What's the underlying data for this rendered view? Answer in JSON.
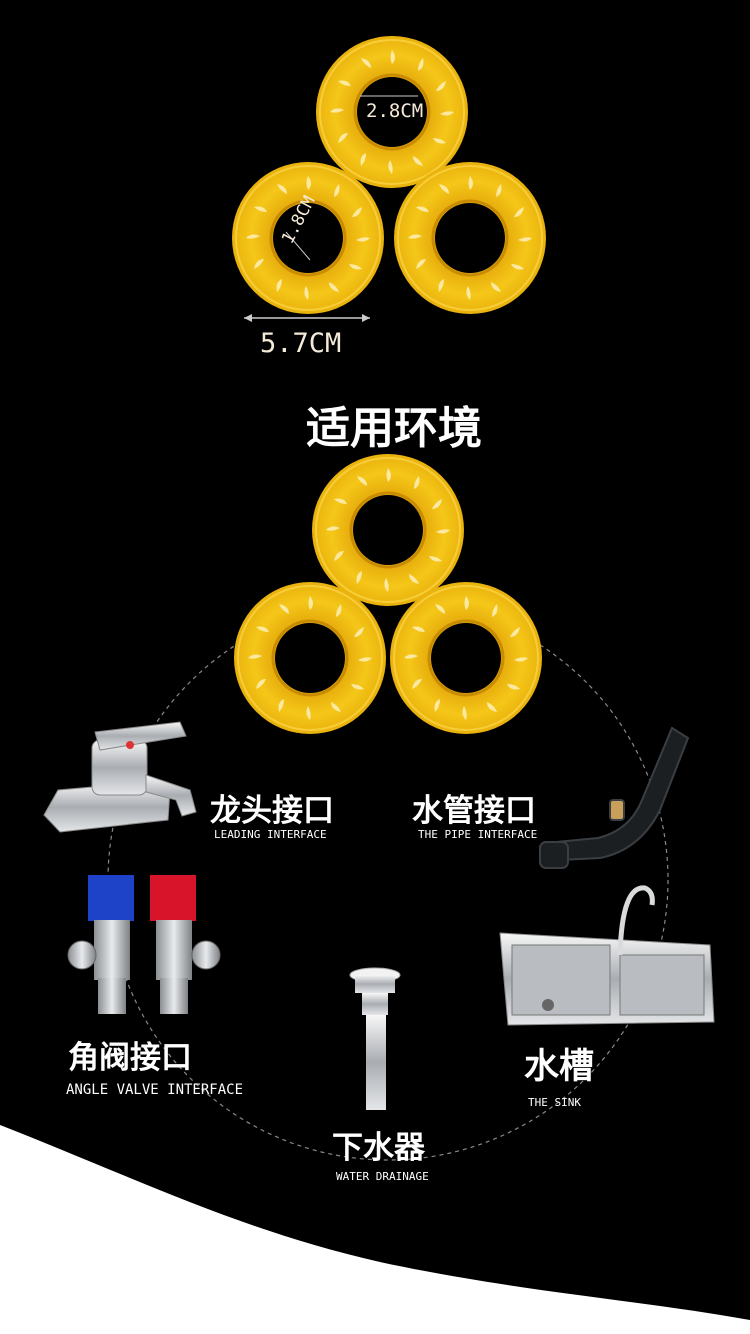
{
  "top_dimensions": {
    "inner_large": "2.8CM",
    "inner_small": "1.8CM",
    "outer_width": "5.7CM"
  },
  "section_title": "适用环境",
  "applications": {
    "faucet": {
      "zh": "龙头接口",
      "en": "LEADING INTERFACE"
    },
    "pipe": {
      "zh": "水管接口",
      "en": "THE PIPE INTERFACE"
    },
    "valve": {
      "zh": "角阀接口",
      "en": "ANGLE VALVE INTERFACE"
    },
    "sink": {
      "zh": "水槽",
      "en": "THE SINK"
    },
    "drain": {
      "zh": "下水器",
      "en": "WATER DRAINAGE"
    }
  },
  "colors": {
    "background": "#000000",
    "tape_yellow": "#f2c21a",
    "tape_dark": "#d99b05",
    "wave_white": "#ffffff"
  }
}
